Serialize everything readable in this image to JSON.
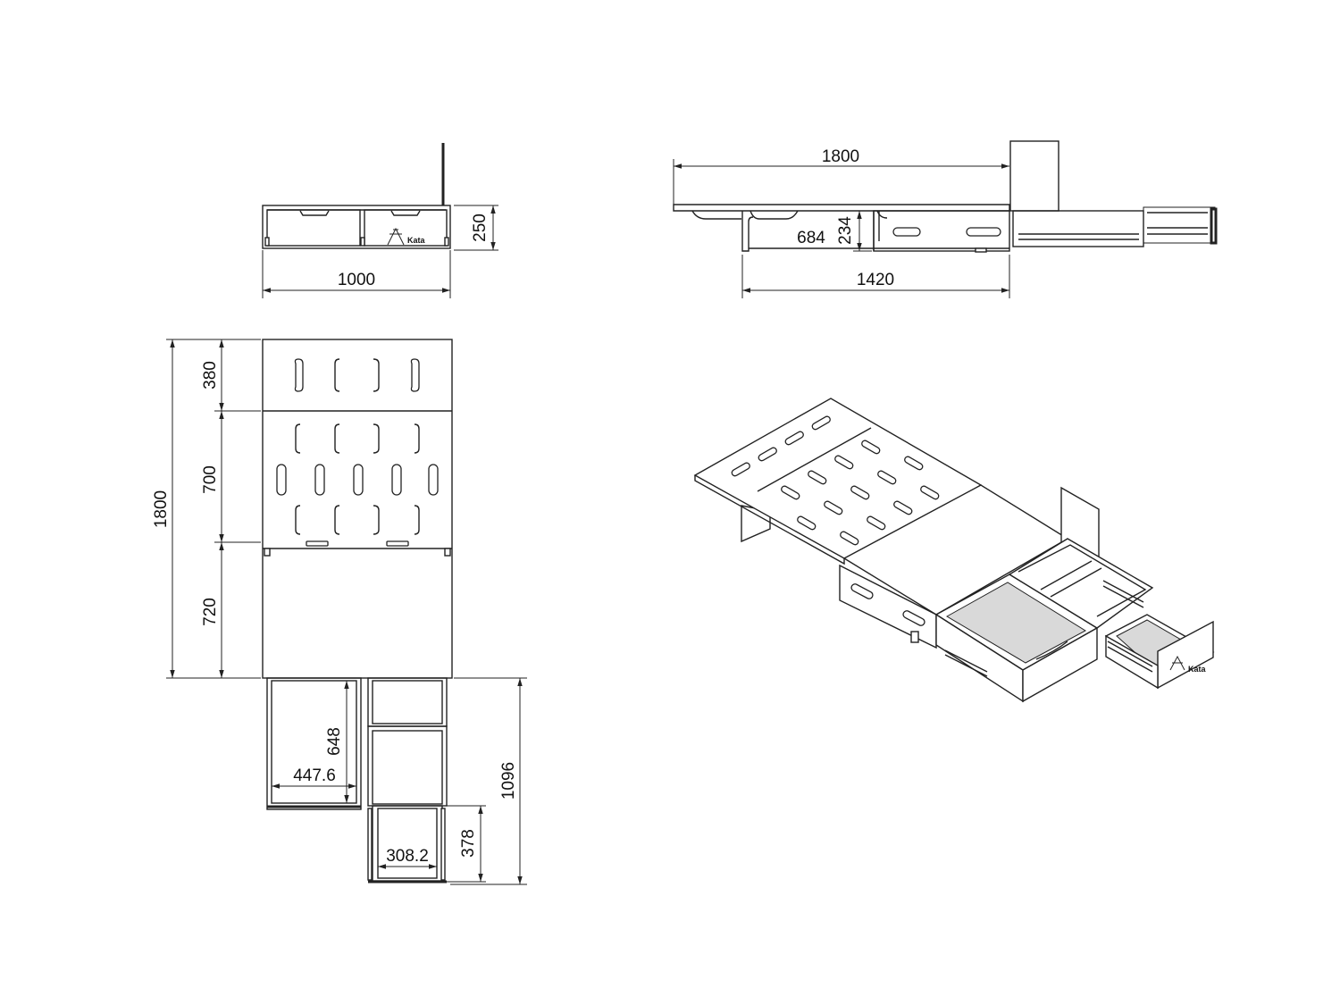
{
  "brand": {
    "logo_text": "Kata"
  },
  "front_view": {
    "width_label": "1000",
    "height_label": "250"
  },
  "side_view": {
    "total_length_label": "1800",
    "box_length_label": "1420",
    "drawer_offset_label": "684",
    "box_height_label": "234"
  },
  "plan_view": {
    "total_length_label": "1800",
    "section_top_label": "380",
    "section_middle_label": "700",
    "section_bottom_label": "720"
  },
  "drawers": {
    "left_depth_label": "648",
    "left_width_label": "447.6",
    "right_total_label": "1096",
    "small_depth_label": "378",
    "small_width_label": "308.2"
  }
}
